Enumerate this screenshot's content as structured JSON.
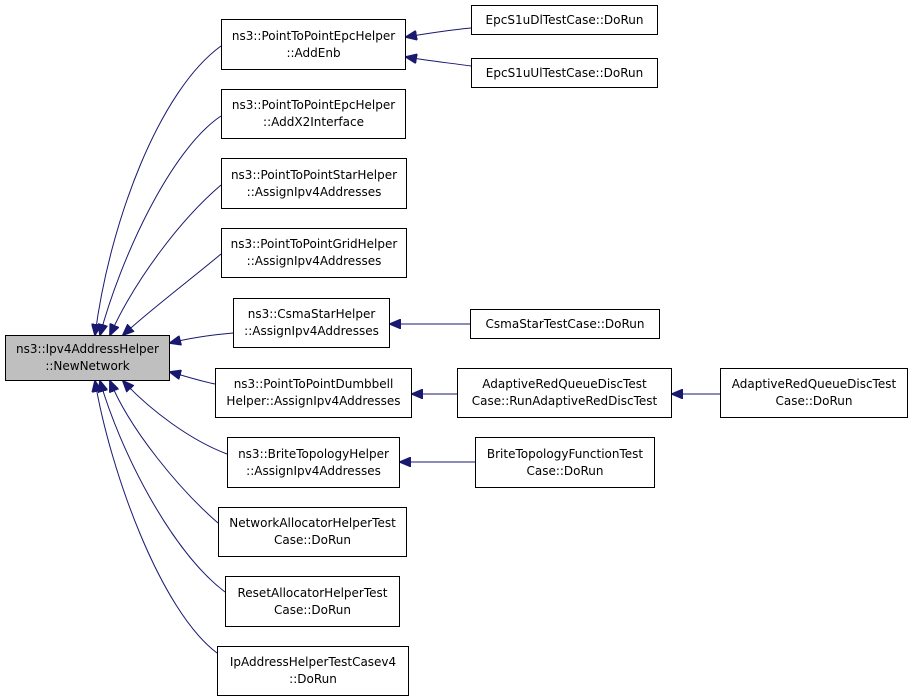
{
  "colors": {
    "edge": "#191970",
    "node_border": "#000000",
    "root_fill": "#bfbfbf",
    "node_fill": "#ffffff"
  },
  "nodes": {
    "root": {
      "line1": "ns3::Ipv4AddressHelper",
      "line2": "::NewNetwork"
    },
    "p2p_epc_addenb": {
      "line1": "ns3::PointToPointEpcHelper",
      "line2": "::AddEnb"
    },
    "p2p_epc_addx2": {
      "line1": "ns3::PointToPointEpcHelper",
      "line2": "::AddX2Interface"
    },
    "p2p_star": {
      "line1": "ns3::PointToPointStarHelper",
      "line2": "::AssignIpv4Addresses"
    },
    "p2p_grid": {
      "line1": "ns3::PointToPointGridHelper",
      "line2": "::AssignIpv4Addresses"
    },
    "csma_star": {
      "line1": "ns3::CsmaStarHelper",
      "line2": "::AssignIpv4Addresses"
    },
    "p2p_dumbbell": {
      "line1": "ns3::PointToPointDumbbell",
      "line2": "Helper::AssignIpv4Addresses"
    },
    "brite": {
      "line1": "ns3::BriteTopologyHelper",
      "line2": "::AssignIpv4Addresses"
    },
    "netalloc_test": {
      "line1": "NetworkAllocatorHelperTest",
      "line2": "Case::DoRun"
    },
    "resetalloc_test": {
      "line1": "ResetAllocatorHelperTest",
      "line2": "Case::DoRun"
    },
    "ipaddr_test": {
      "line1": "IpAddressHelperTestCasev4",
      "line2": "::DoRun"
    },
    "epc_dl": {
      "line1": "EpcS1uDlTestCase::DoRun"
    },
    "epc_ul": {
      "line1": "EpcS1uUlTestCase::DoRun"
    },
    "csma_star_test": {
      "line1": "CsmaStarTestCase::DoRun"
    },
    "ared_run": {
      "line1": "AdaptiveRedQueueDiscTest",
      "line2": "Case::RunAdaptiveRedDiscTest"
    },
    "ared_dorun": {
      "line1": "AdaptiveRedQueueDiscTest",
      "line2": "Case::DoRun"
    },
    "brite_test": {
      "line1": "BriteTopologyFunctionTest",
      "line2": "Case::DoRun"
    }
  }
}
